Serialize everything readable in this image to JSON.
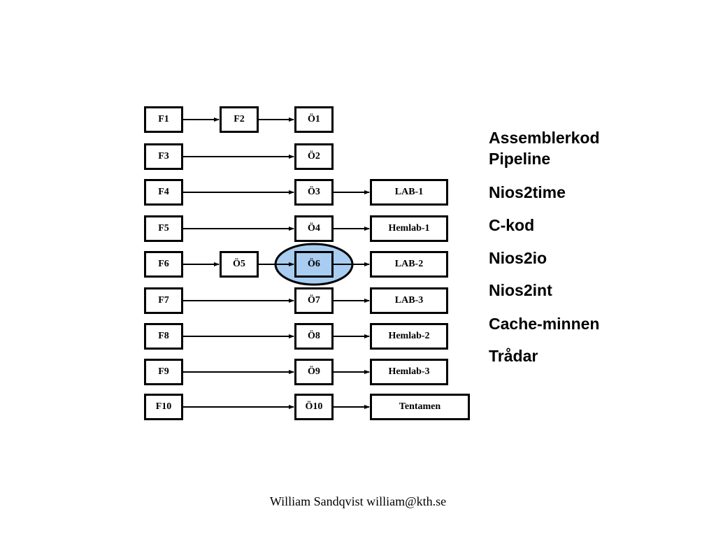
{
  "diagram": {
    "rows": [
      {
        "nodes": [
          "F1",
          "F2",
          "Ö1"
        ]
      },
      {
        "nodes": [
          "F3",
          "Ö2"
        ]
      },
      {
        "nodes": [
          "F4",
          "Ö3",
          "LAB-1"
        ]
      },
      {
        "nodes": [
          "F5",
          "Ö4",
          "Hemlab-1"
        ]
      },
      {
        "nodes": [
          "F6",
          "Ö5",
          "Ö6",
          "LAB-2"
        ],
        "highlighted": "Ö6"
      },
      {
        "nodes": [
          "F7",
          "Ö7",
          "LAB-3"
        ]
      },
      {
        "nodes": [
          "F8",
          "Ö8",
          "Hemlab-2"
        ]
      },
      {
        "nodes": [
          "F9",
          "Ö9",
          "Hemlab-3"
        ]
      },
      {
        "nodes": [
          "F10",
          "Ö10",
          "Tentamen"
        ]
      }
    ],
    "highlight_color": "#a8cdf0"
  },
  "topics": [
    "Assemblerkod",
    "Pipeline",
    "Nios2time",
    "C-kod",
    "Nios2io",
    "Nios2int",
    "Cache-minnen",
    "Trådar"
  ],
  "footer": "William Sandqvist  william@kth.se"
}
